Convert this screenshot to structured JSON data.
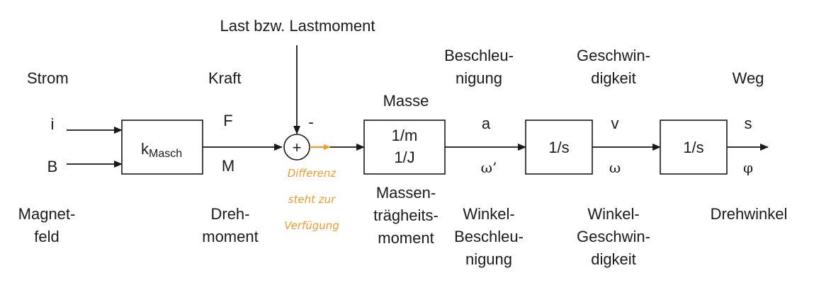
{
  "top_label": "Last bzw. Lastmoment",
  "headers_top": {
    "strom": "Strom",
    "kraft": "Kraft",
    "masse": "Masse",
    "beschleunigung": [
      "Beschleu-",
      "nigung"
    ],
    "geschwindigkeit": [
      "Geschwin-",
      "digkeit"
    ],
    "weg": "Weg"
  },
  "inputs": {
    "i": "i",
    "b": "B"
  },
  "blocks": {
    "k_main": "k",
    "k_sub": "Masch",
    "mass_line1": "1/m",
    "mass_line2": "1/J",
    "int1": "1/s",
    "int2": "1/s"
  },
  "signals": {
    "f": "F",
    "m": "M",
    "minus": "-",
    "plus": "+",
    "a": "a",
    "omega_prime": "ω’",
    "v": "v",
    "omega": "ω",
    "s": "s",
    "phi": "φ"
  },
  "headers_bottom": {
    "magnetfeld": [
      "Magnet-",
      "feld"
    ],
    "drehmoment": [
      "Dreh-",
      "moment"
    ],
    "massentraegheit": [
      "Massen-",
      "trägheits-",
      "moment"
    ],
    "winkelbeschleunigung": [
      "Winkel-",
      "Beschleu-",
      "nigung"
    ],
    "winkelgeschwindigkeit": [
      "Winkel-",
      "Geschwin-",
      "digkeit"
    ],
    "drehwinkel": "Drehwinkel"
  },
  "annotation": [
    "Differenz",
    "steht zur",
    "Verfügung"
  ],
  "colors": {
    "ink": "#1a1a1a",
    "annotation": "#f39a2a"
  }
}
